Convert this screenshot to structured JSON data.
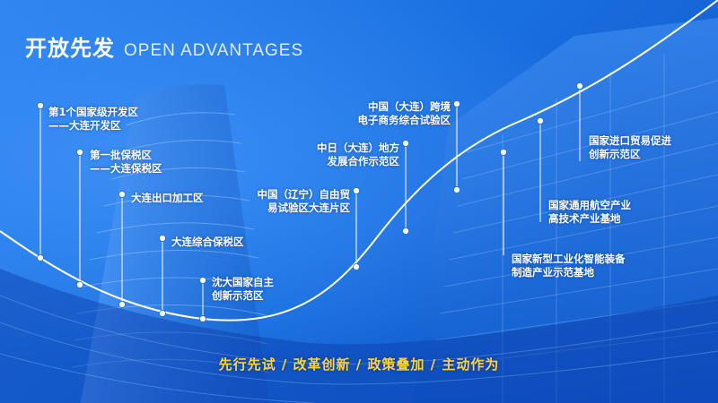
{
  "title": {
    "cn": "开放先发",
    "en": "OPEN ADVANTAGES"
  },
  "milestones": [
    {
      "lines": [
        "第1个国家级开发区",
        "——大连开发区"
      ]
    },
    {
      "lines": [
        "第一批保税区",
        "——大连保税区"
      ]
    },
    {
      "lines": [
        "大连出口加工区"
      ]
    },
    {
      "lines": [
        "大连综合保税区"
      ]
    },
    {
      "lines": [
        "沈大国家自主",
        "创新示范区"
      ]
    },
    {
      "lines": [
        "中国（辽宁）自由贸",
        "易试验区大连片区"
      ]
    },
    {
      "lines": [
        "中日（大连）地方",
        "发展合作示范区"
      ]
    },
    {
      "lines": [
        "中国（大连）跨境",
        "电子商务综合试验区"
      ]
    },
    {
      "lines": [
        "国家新型工业化智能装备",
        "制造产业示范基地"
      ]
    },
    {
      "lines": [
        "国家通用航空产业",
        "高技术产业基地"
      ]
    },
    {
      "lines": [
        "国家进口贸易促进",
        "创新示范区"
      ]
    }
  ],
  "slogan": "先行先试 / 改革创新 / 政策叠加 / 主动作为",
  "colors": {
    "accent": "#ffd43b",
    "background": "#1a6fe0",
    "text": "#ffffff"
  }
}
